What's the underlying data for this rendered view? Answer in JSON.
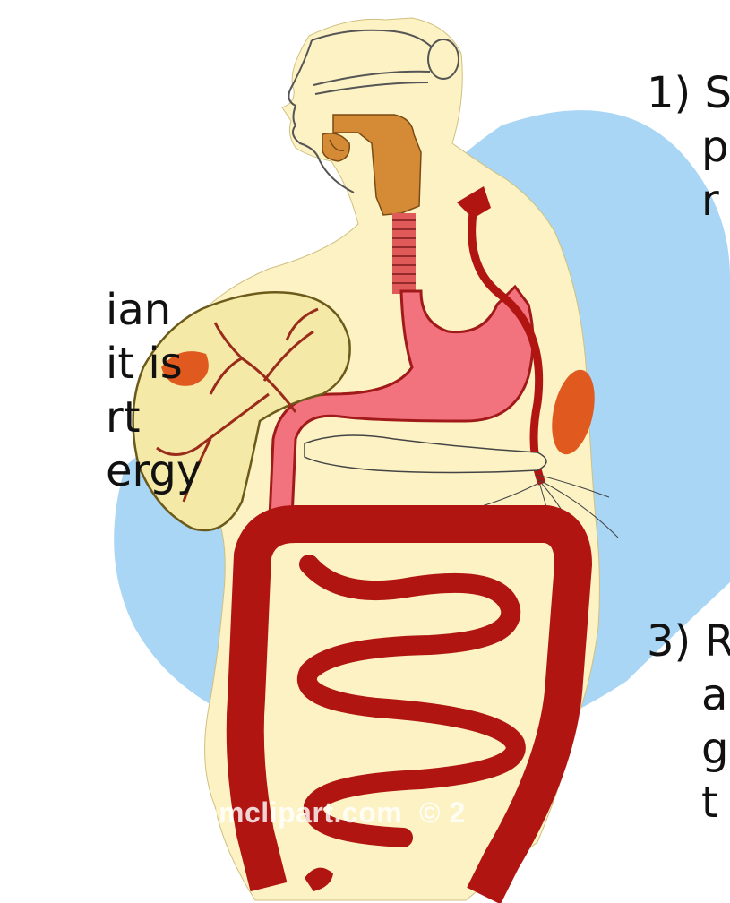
{
  "left_text_lines": [
    "ian",
    "it is",
    "rt",
    "ergy"
  ],
  "right_top_lines": [
    "1) S",
    "    p",
    "    r"
  ],
  "right_bottom_lines": [
    "3) R",
    "    a",
    "    g",
    "    t"
  ],
  "watermark": "omclipart.com  © 2",
  "colors": {
    "background_blob": "#a9d6f5",
    "body_fill": "#fcf2c3",
    "organ_red": "#b01512",
    "stomach_pink": "#f2727e",
    "spleen_orange": "#e05a1f",
    "liver_fill": "#f5e9a8",
    "throat_orange": "#d58a35"
  },
  "icons": [
    "human-digestive-system-illustration"
  ]
}
